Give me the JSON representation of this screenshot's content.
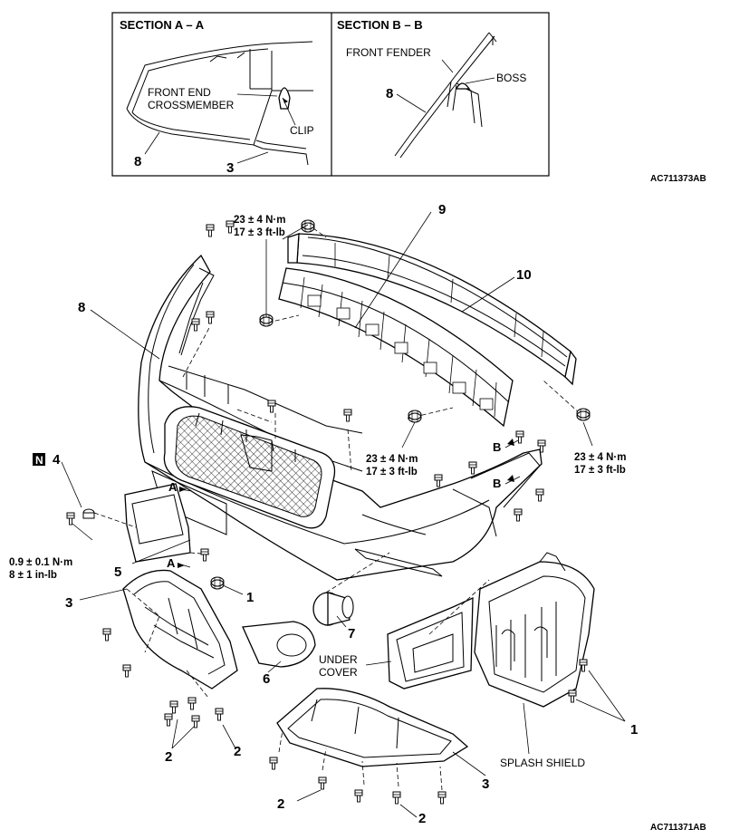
{
  "sections": {
    "a": {
      "title": "SECTION A – A",
      "crossmember": [
        "FRONT END",
        "CROSSMEMBER"
      ],
      "clip": "CLIP",
      "num8": "8",
      "num3": "3"
    },
    "b": {
      "title": "SECTION B – B",
      "fender": "FRONT FENDER",
      "boss": "BOSS",
      "num8": "8"
    }
  },
  "codes": {
    "top": "AC711373AB",
    "bottom": "AC711371AB"
  },
  "torque": {
    "nm23": "23 ± 4 N·m",
    "ftlb17": "17 ± 3 ft-lb",
    "nm09": "0.9 ± 0.1 N·m",
    "inlb8": "8 ± 1 in-lb"
  },
  "parts": {
    "p1": "1",
    "p2": "2",
    "p3": "3",
    "p4": "4",
    "p5": "5",
    "p6": "6",
    "p7": "7",
    "p8": "8",
    "p9": "9",
    "p10": "10",
    "n_badge": "N",
    "sec_a": "A",
    "sec_b": "B"
  },
  "labels": {
    "under_cover": [
      "UNDER",
      "COVER"
    ],
    "splash_shield": "SPLASH SHIELD"
  }
}
